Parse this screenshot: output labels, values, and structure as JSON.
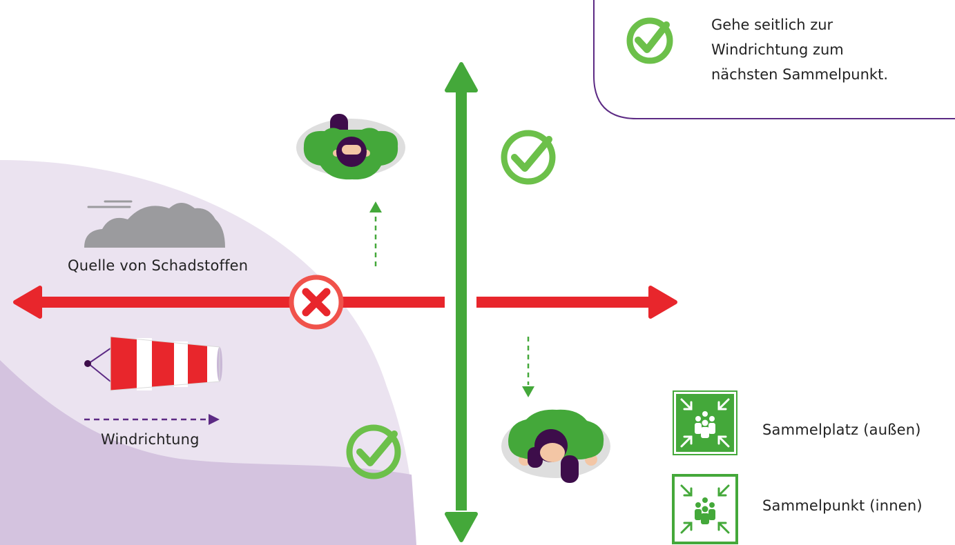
{
  "callout": {
    "lines": [
      "Gehe seitlich zur",
      "Windrichtung zum",
      "nächsten Sammelpunkt."
    ],
    "icon": "check-circle-icon"
  },
  "labels": {
    "source": "Quelle von Schadstoffen",
    "wind_direction": "Windrichtung"
  },
  "legend": [
    {
      "label": "Sammelplatz (außen)",
      "icon": "assembly-point-outdoor-icon"
    },
    {
      "label": "Sammelpunkt (innen)",
      "icon": "assembly-point-indoor-icon"
    }
  ],
  "colors": {
    "green": "#44a83a",
    "red": "#e8262c",
    "purple_light": "#ebe3f0",
    "purple_mid": "#d4c3df",
    "purple_line": "#5c2a84",
    "cloud": "#9b9b9e",
    "check_green": "#6cc04a",
    "x_red": "#f0524b",
    "hair": "#3d0d4a"
  }
}
